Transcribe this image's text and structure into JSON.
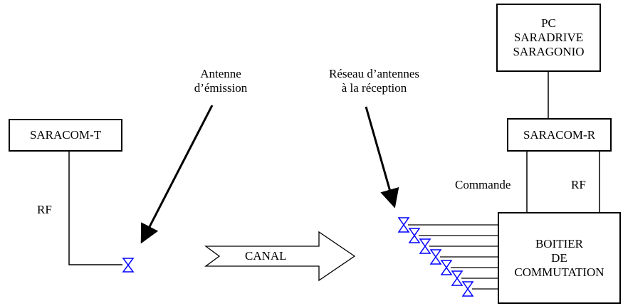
{
  "boxes": {
    "pc": [
      "PC",
      "SARADRIVE",
      "SARAGONIO"
    ],
    "saracom_t": "SARACOM-T",
    "saracom_r": "SARACOM-R",
    "boitier": [
      "BOITIER",
      "DE",
      "COMMUTATION"
    ]
  },
  "labels": {
    "antenne_emission": [
      "Antenne",
      "d’émission"
    ],
    "reseau_reception": [
      "Réseau d’antennes",
      "à la réception"
    ],
    "rf_left": "RF",
    "rf_right": "RF",
    "commande": "Commande",
    "canal": "CANAL"
  },
  "colors": {
    "line": "#000000",
    "antenna": "#0000ff"
  },
  "antenna_count": 7
}
